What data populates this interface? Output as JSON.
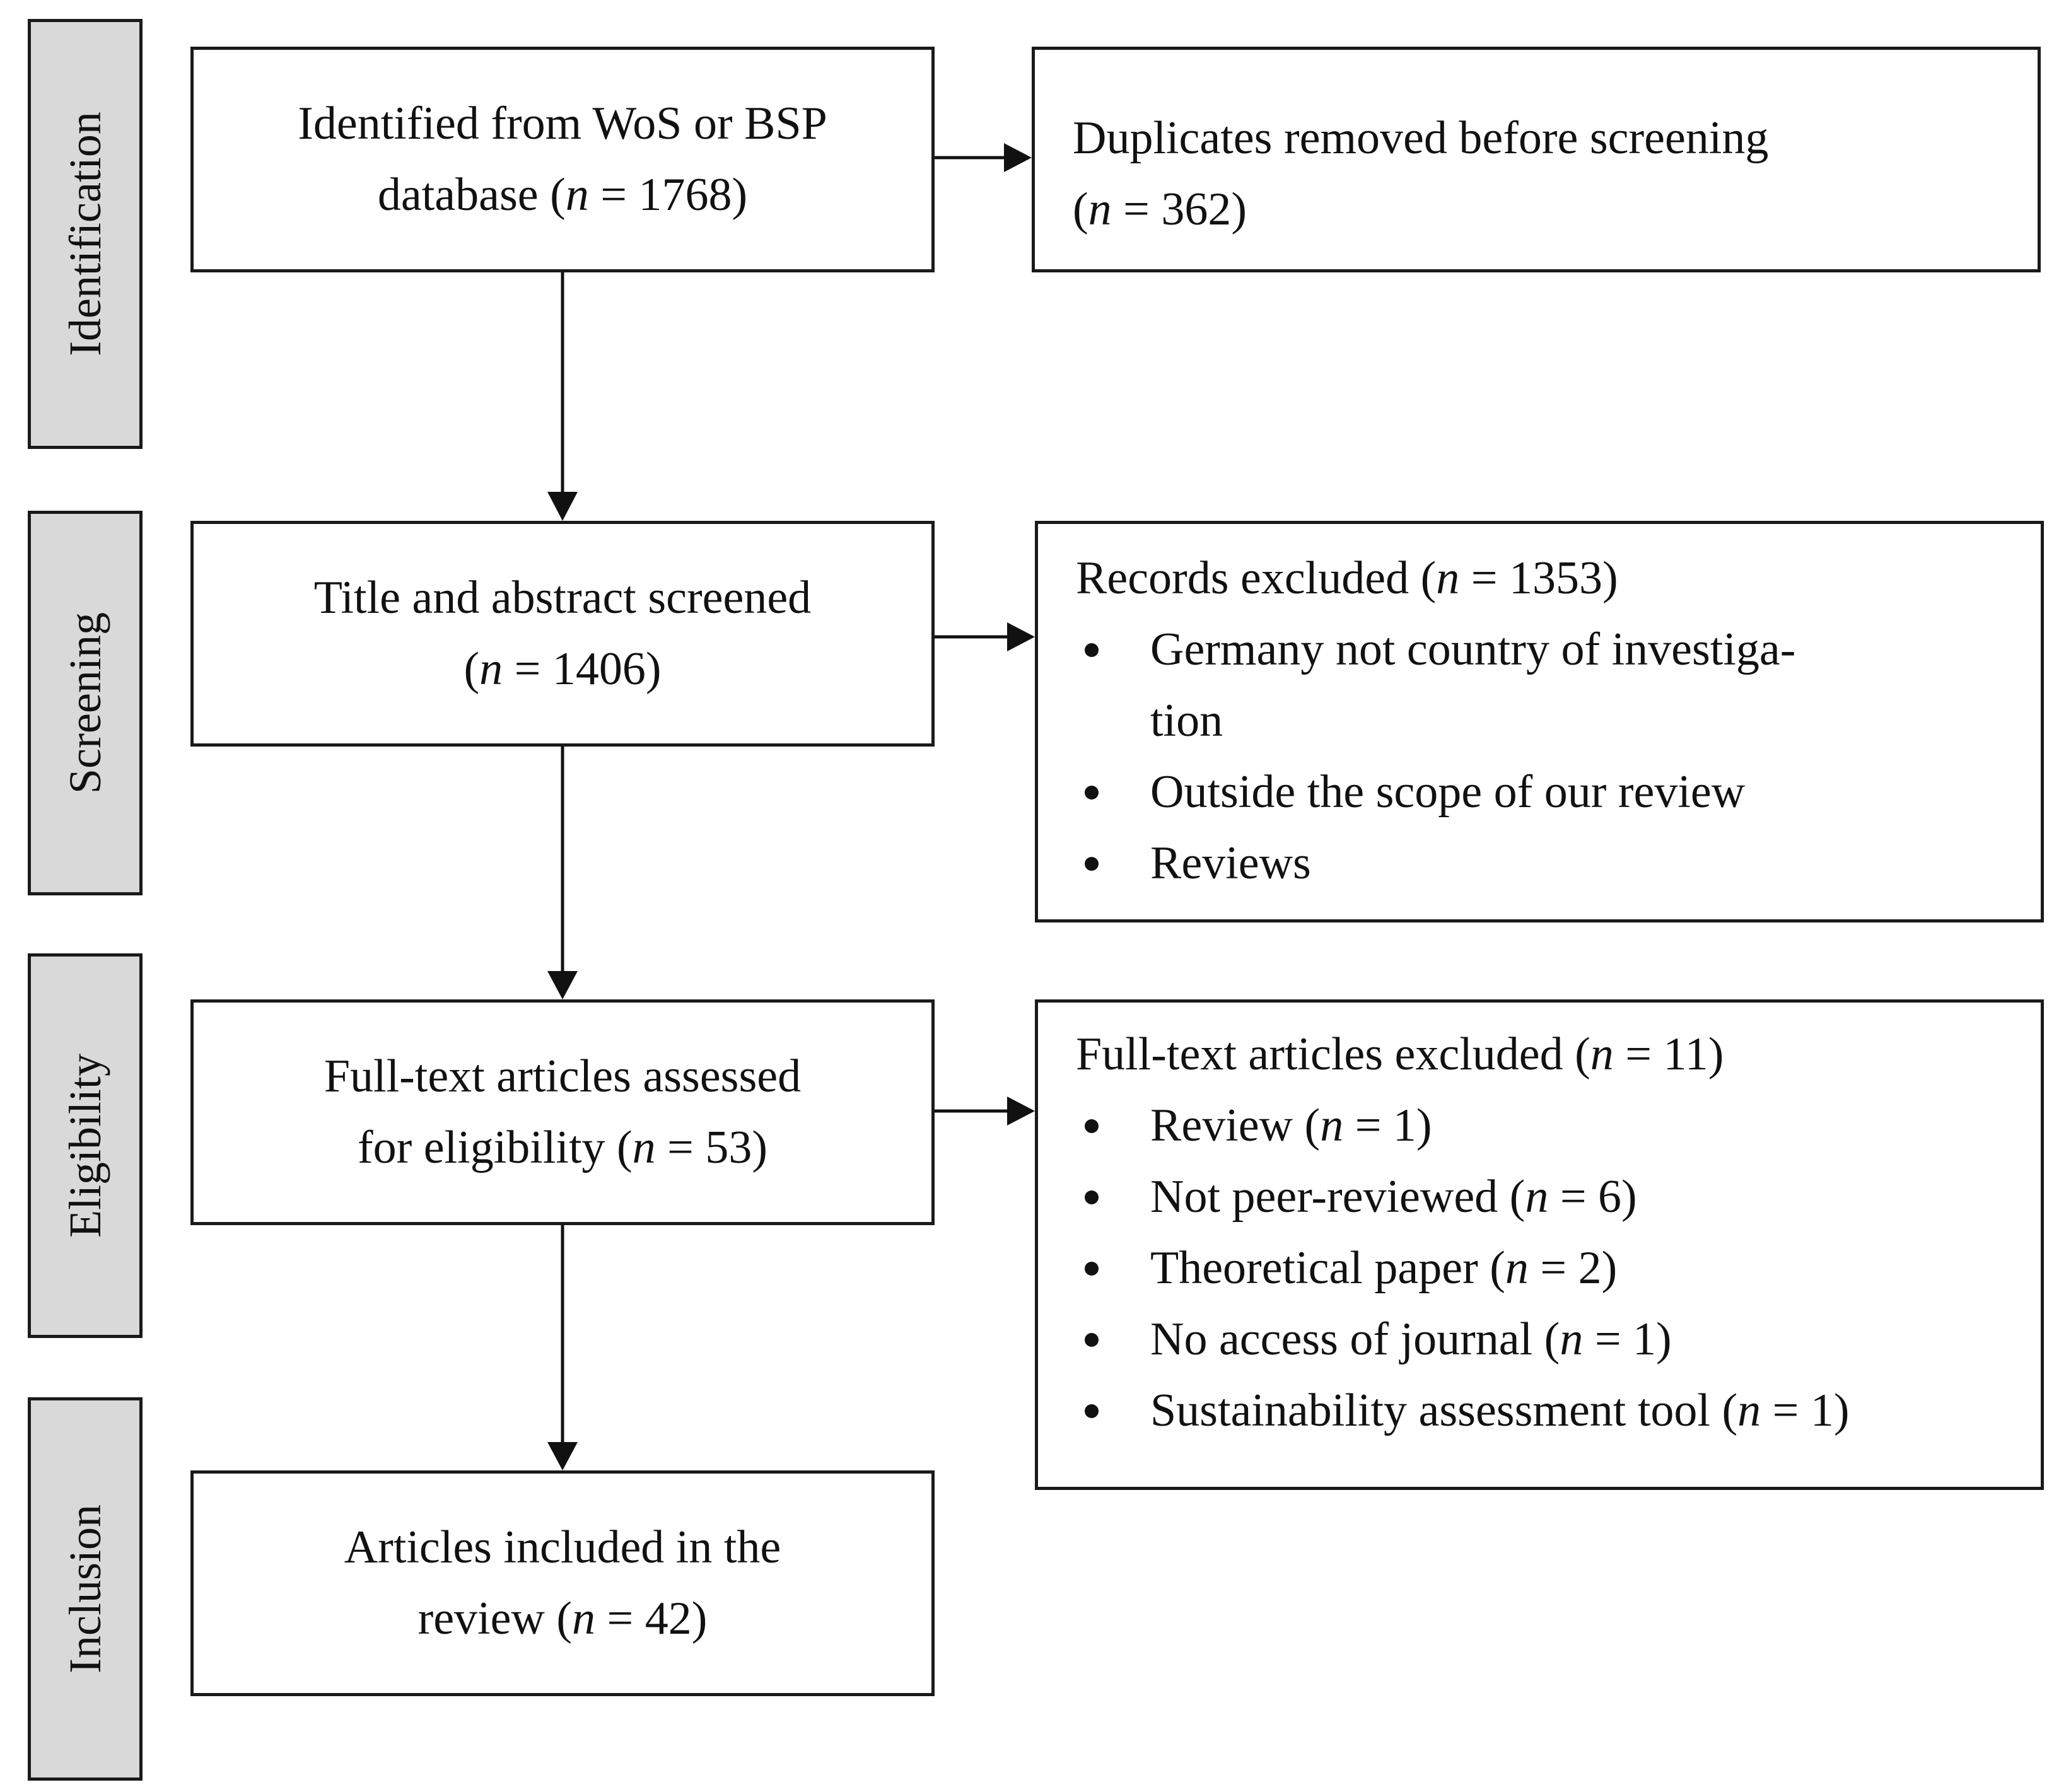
{
  "stages": [
    {
      "label": "Identification"
    },
    {
      "label": "Screening"
    },
    {
      "label": "Eligibility"
    },
    {
      "label": "Inclusion"
    }
  ],
  "identified": {
    "line1": "Identified from WoS or BSP",
    "line2_prefix": "database (",
    "n": "n",
    "line2_suffix": " = 1768)"
  },
  "duplicates": {
    "line1": "Duplicates removed before screening",
    "line2_prefix": "(",
    "n": "n",
    "line2_suffix": " = 362)"
  },
  "screened": {
    "line1": "Title and abstract screened",
    "line2_prefix": "(",
    "n": "n",
    "line2_suffix": " = 1406)"
  },
  "records_excluded": {
    "heading_prefix": "Records excluded (",
    "n": "n",
    "heading_suffix": " = 1353)",
    "items": [
      {
        "line1": "Germany not country of investiga-",
        "line2": "tion"
      },
      {
        "line1": "Outside the scope of our review"
      },
      {
        "line1": "Reviews"
      }
    ]
  },
  "fulltext_assessed": {
    "line1": "Full-text articles assessed",
    "line2_prefix": "for eligibility (",
    "n": "n",
    "line2_suffix": " = 53)"
  },
  "fulltext_excluded": {
    "heading_prefix": "Full-text articles excluded (",
    "n": "n",
    "heading_suffix": " = 11)",
    "items": [
      {
        "prefix": "Review (",
        "n": "n",
        "suffix": " = 1)"
      },
      {
        "prefix": "Not peer-reviewed (",
        "n": "n",
        "suffix": " = 6)"
      },
      {
        "prefix": "Theoretical paper (",
        "n": "n",
        "suffix": " = 2)"
      },
      {
        "prefix": "No access of journal (",
        "n": "n",
        "suffix": " = 1)"
      },
      {
        "prefix": "Sustainability assessment tool (",
        "n": "n",
        "suffix": " = 1)"
      }
    ]
  },
  "included": {
    "line1": "Articles included in the",
    "line2_prefix": "review (",
    "n": "n",
    "line2_suffix": " = 42)"
  }
}
